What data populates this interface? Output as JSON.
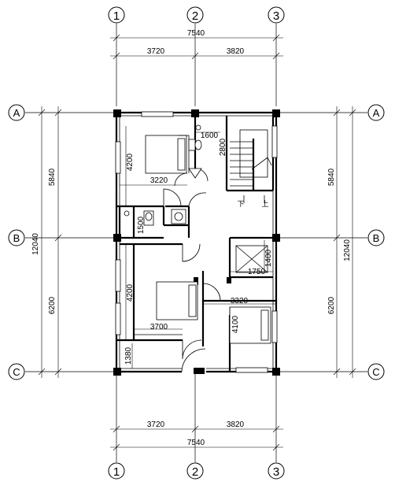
{
  "grid": {
    "columns": [
      "1",
      "2",
      "3"
    ],
    "rows": [
      "A",
      "B",
      "C"
    ]
  },
  "dimensions": {
    "top_total": "7540",
    "top_bay_1": "3720",
    "top_bay_2": "3820",
    "bottom_total": "7540",
    "bottom_bay_1": "3720",
    "bottom_bay_2": "3820",
    "left_total": "12040",
    "left_upper": "5840",
    "left_lower": "6200",
    "right_total": "12040",
    "right_upper": "5840",
    "right_lower": "6200"
  },
  "room_dimensions": {
    "d1600": "1600",
    "d2800": "2800",
    "d4200_upper": "4200",
    "d3220": "3220",
    "d1500": "1500",
    "d1400": "1400",
    "d1750": "1750",
    "d4200_lower": "4200",
    "d3320": "3320",
    "d4100": "4100",
    "d3700": "3700",
    "d1380": "1380"
  },
  "stair_labels": {
    "down": "下",
    "up": "上"
  }
}
